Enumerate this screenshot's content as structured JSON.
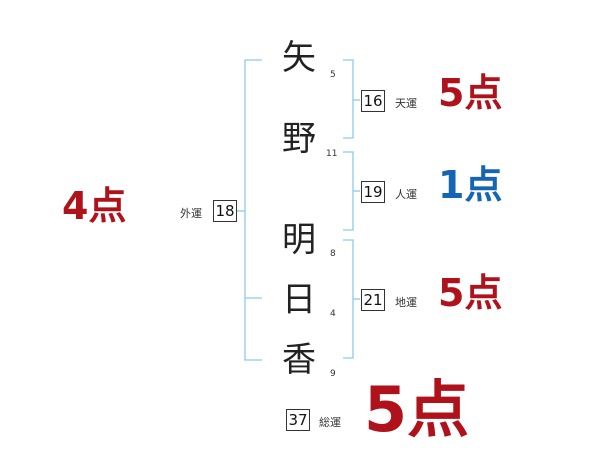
{
  "name_chars": [
    {
      "char": "矢",
      "strokes": "5"
    },
    {
      "char": "野",
      "strokes": "11"
    },
    {
      "char": "明",
      "strokes": "8"
    },
    {
      "char": "日",
      "strokes": "4"
    },
    {
      "char": "香",
      "strokes": "9"
    }
  ],
  "fortunes": {
    "tenun": {
      "value": "16",
      "label": "天運",
      "score": "5点"
    },
    "jinun": {
      "value": "19",
      "label": "人運",
      "score": "1点"
    },
    "chiun": {
      "value": "21",
      "label": "地運",
      "score": "5点"
    },
    "gaiun": {
      "value": "18",
      "label": "外運",
      "score": "4点"
    },
    "souun": {
      "value": "37",
      "label": "総運",
      "score": "5点"
    }
  },
  "colors": {
    "bracket": "#8ec9ec",
    "score_red": "#b0121b",
    "score_blue": "#1565b5"
  }
}
